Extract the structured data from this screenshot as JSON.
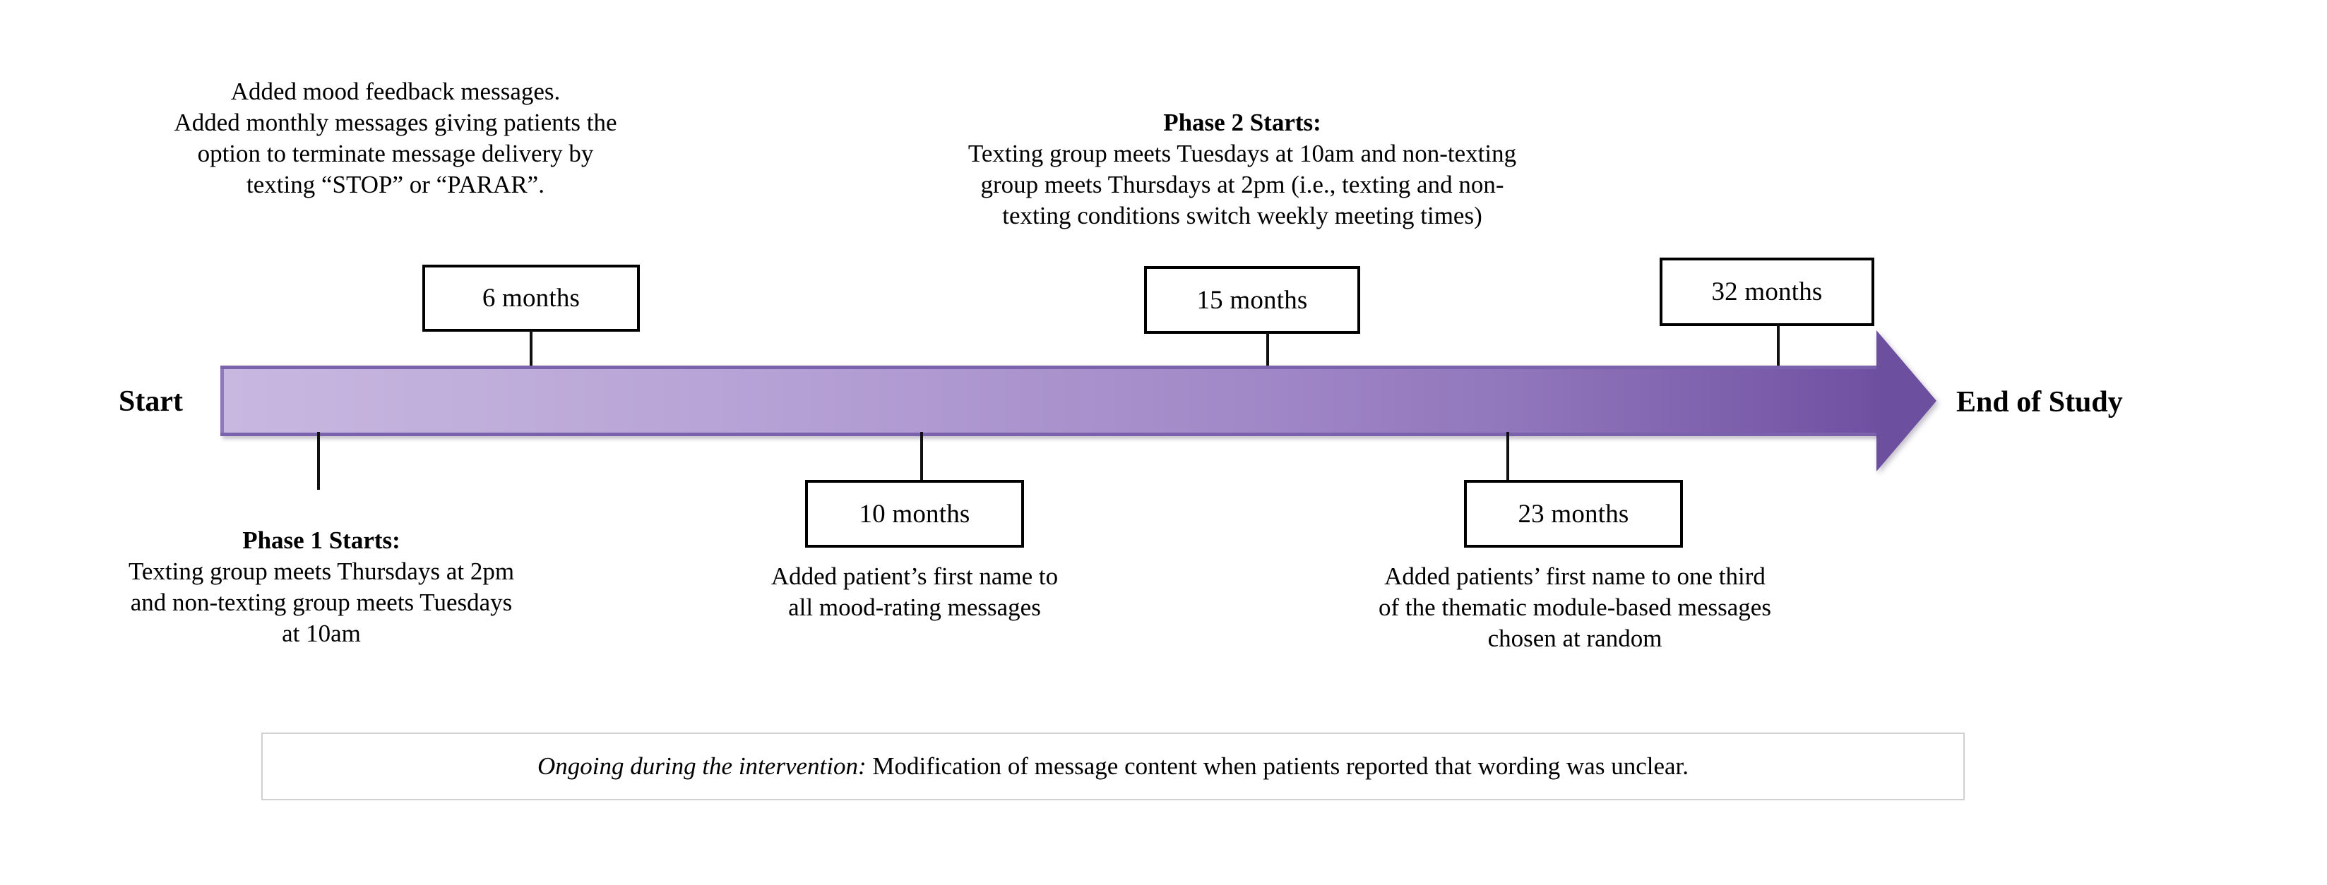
{
  "diagram": {
    "title_semantics": "study-intervention-timeline",
    "start_label": "Start",
    "end_label": "End of Study",
    "accent_color_light": "#c8b8e0",
    "accent_color_dark": "#6d4fa0",
    "box_border_color": "#000000",
    "footer_border_color": "#d0d0d0"
  },
  "milestones": [
    {
      "id": "m6",
      "label": "6 months"
    },
    {
      "id": "m10",
      "label": "10 months"
    },
    {
      "id": "m15",
      "label": "15 months"
    },
    {
      "id": "m23",
      "label": "23 months"
    },
    {
      "id": "m32",
      "label": "32 months"
    }
  ],
  "notes": {
    "above_6_months": "Added mood feedback messages.\nAdded monthly messages giving patients the\noption to terminate message delivery by\ntexting “STOP” or “PARAR”.",
    "phase2_heading": "Phase 2 Starts:",
    "phase2_body": "Texting group meets Tuesdays at 10am and non-texting\ngroup meets Thursdays at 2pm (i.e., texting and non-\ntexting conditions switch weekly meeting times)",
    "phase1_heading": "Phase 1 Starts:",
    "phase1_body": "Texting group meets Thursdays at 2pm\nand non-texting group meets Tuesdays\nat 10am",
    "below_10_months": "Added patient’s first name to\nall mood-rating messages",
    "below_23_months": "Added patients’ first name to one third\nof the thematic module-based messages\nchosen at random"
  },
  "footer": {
    "italic_lead": "Ongoing during the intervention:",
    "rest": " Modification of message content when patients reported that wording was unclear."
  }
}
